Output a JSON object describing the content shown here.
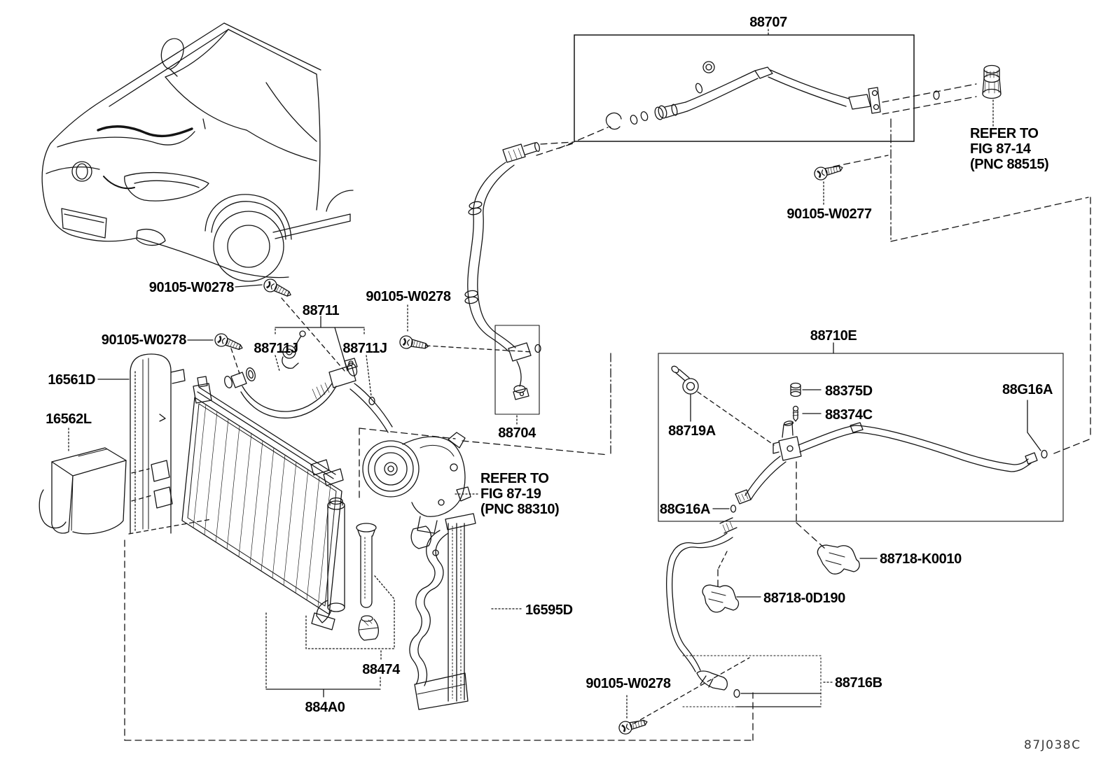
{
  "diagram": {
    "drawing_code": "87J038C",
    "ink_color": "#141414",
    "background_color": "#ffffff"
  },
  "labels": [
    {
      "id": "88707",
      "text": "88707"
    },
    {
      "id": "90105-W0277",
      "text": "90105-W0277"
    },
    {
      "id": "90105-W0278-1",
      "text": "90105-W0278"
    },
    {
      "id": "88711",
      "text": "88711"
    },
    {
      "id": "88711J-left",
      "text": "88711J"
    },
    {
      "id": "88711J-right",
      "text": "88711J"
    },
    {
      "id": "90105-W0278-2",
      "text": "90105-W0278"
    },
    {
      "id": "90105-W0278-3",
      "text": "90105-W0278"
    },
    {
      "id": "16561D",
      "text": "16561D"
    },
    {
      "id": "16562L",
      "text": "16562L"
    },
    {
      "id": "88704",
      "text": "88704"
    },
    {
      "id": "88710E",
      "text": "88710E"
    },
    {
      "id": "88719A",
      "text": "88719A"
    },
    {
      "id": "88375D",
      "text": "88375D"
    },
    {
      "id": "88374C",
      "text": "88374C"
    },
    {
      "id": "88G16A-right",
      "text": "88G16A"
    },
    {
      "id": "88G16A-left",
      "text": "88G16A"
    },
    {
      "id": "88718-K0010",
      "text": "88718-K0010"
    },
    {
      "id": "88718-0D190",
      "text": "88718-0D190"
    },
    {
      "id": "16595D",
      "text": "16595D"
    },
    {
      "id": "88474",
      "text": "88474"
    },
    {
      "id": "884A0",
      "text": "884A0"
    },
    {
      "id": "90105-W0278-4",
      "text": "90105-W0278"
    },
    {
      "id": "88716B",
      "text": "88716B"
    }
  ],
  "notes": [
    {
      "lines": [
        "REFER TO",
        "FIG 87-14",
        "(PNC 88515)"
      ]
    },
    {
      "lines": [
        "REFER TO",
        "FIG 87-19",
        "(PNC 88310)"
      ]
    }
  ]
}
